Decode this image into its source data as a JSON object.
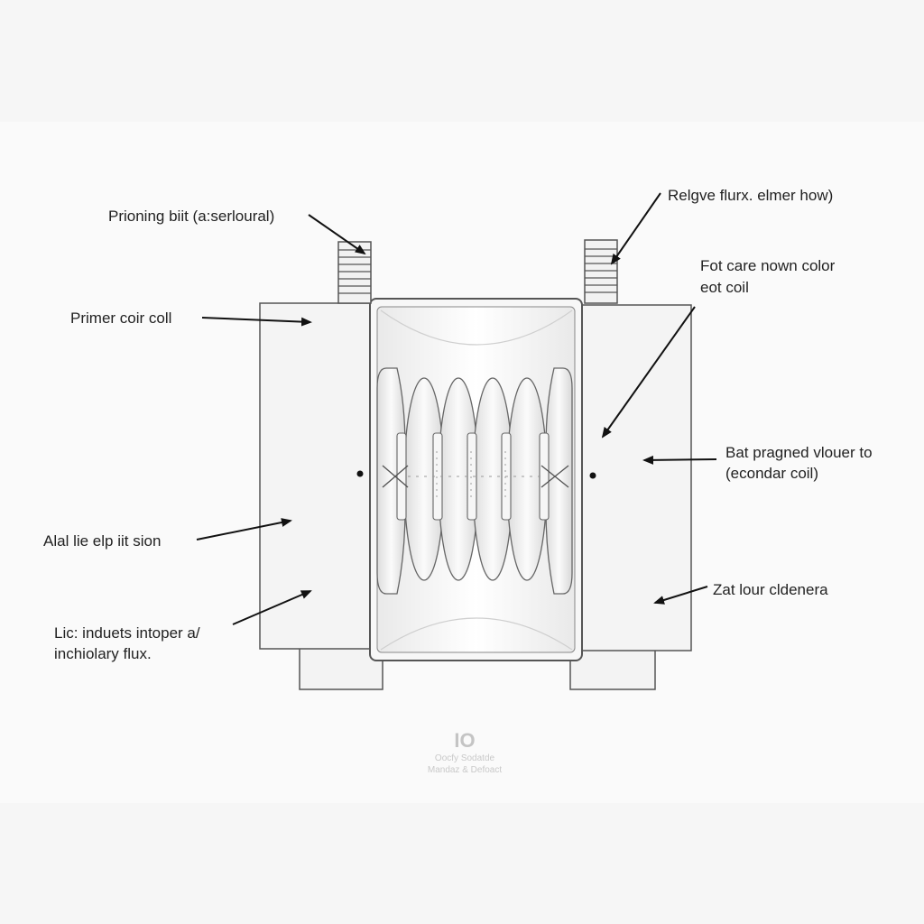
{
  "labels": {
    "top_left": "Prioning biit (a:serloural)",
    "primer_coil": "Primer coir coll",
    "alal": "Alal lie elp iit sion",
    "lic_line1": "Lic: induets intoper a/",
    "lic_line2": "inchiolary flux.",
    "top_right": "Relgve flurx. elmer how)",
    "fot_line1": "Fot care nown color",
    "fot_line2": "eot coil",
    "bat_line1": "Bat pragned vlouer to",
    "bat_line2": "(econdar coil)",
    "zat": "Zat lour cldenera"
  },
  "watermark": {
    "mark": "IO",
    "line1": "Oocfy Sodatde",
    "line2": "Mandaz & Defoact"
  },
  "colors": {
    "stroke": "#555555",
    "arrow": "#111111",
    "core_fill": "#f4f4f4",
    "coil_fill": "#ececec"
  }
}
